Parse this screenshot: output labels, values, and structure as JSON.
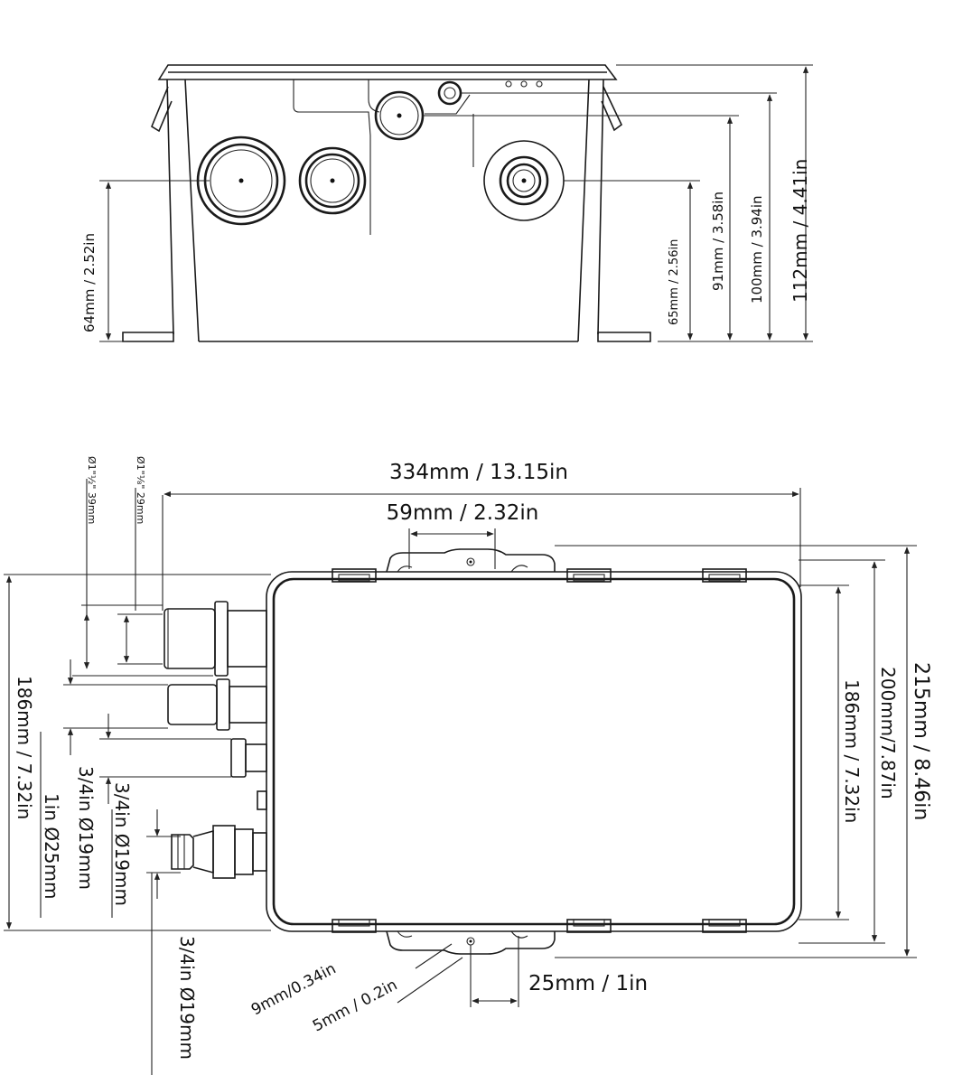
{
  "front_view": {
    "dims": {
      "d64": "64mm / 2.52in",
      "d65": "65mm / 2.56in",
      "d91": "91mm / 3.58in",
      "d100": "100mm / 3.94in",
      "d112": "112mm / 4.41in"
    }
  },
  "top_view": {
    "dims": {
      "width": "334mm / 13.15in",
      "d59": "59mm / 2.32in",
      "left_186": "186mm / 7.32in",
      "right_186": "186mm / 7.32in",
      "d200": "200mm/7.87in",
      "d215": "215mm / 8.46in",
      "d9": "9mm/0.34in",
      "d5": "5mm / 0.2in",
      "d25": "25mm / 1in"
    },
    "port_labels": {
      "port_a": "Ø1\"½\" 39mm",
      "port_b": "Ø1\"⅛\" 29mm",
      "port_1in": "1in Ø25mm",
      "port_34_a": "3/4in Ø19mm",
      "port_34_b": "3/4in Ø19mm",
      "port_34_c": "3/4in Ø19mm"
    }
  }
}
